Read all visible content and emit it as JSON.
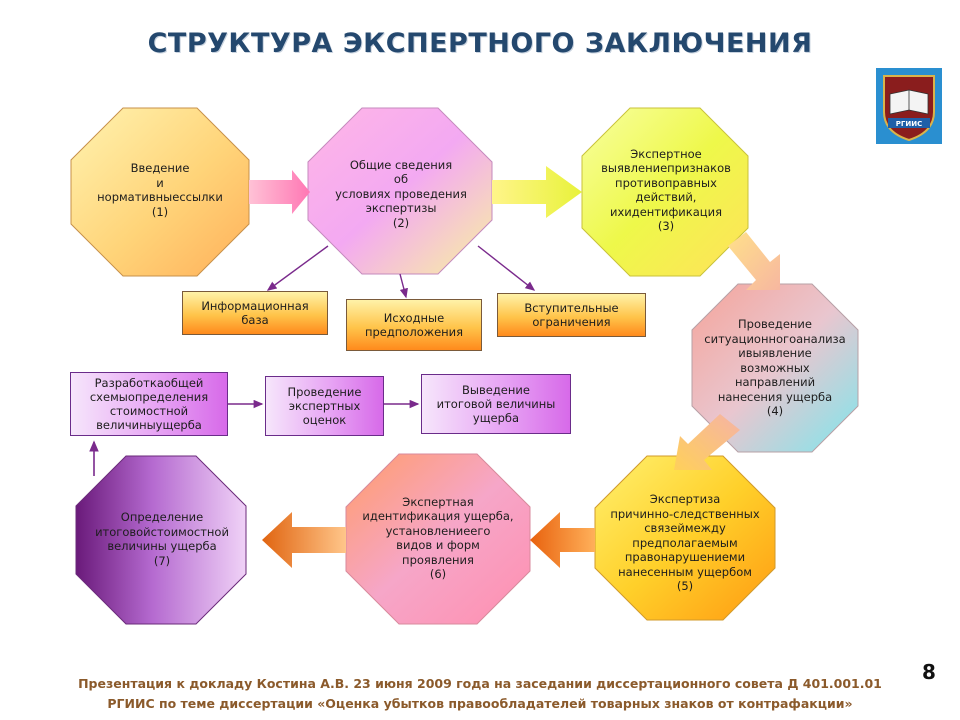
{
  "title": "СТРУКТУРА ЭКСПЕРТНОГО ЗАКЛЮЧЕНИЯ",
  "logo": {
    "text": "РГИИС"
  },
  "nodes": {
    "n1": {
      "lines": [
        "Введение",
        "и",
        "нормативныессылки",
        "(1)"
      ]
    },
    "n2": {
      "lines": [
        "Общие сведения",
        "об",
        "условиях проведения",
        "экспертизы",
        "(2)"
      ]
    },
    "n3": {
      "lines": [
        "Экспертное",
        "выявлениепризнаков",
        "противоправных",
        "действий,",
        "ихидентификация",
        "(3)"
      ]
    },
    "n4": {
      "lines": [
        "Проведение",
        "ситуационногоанализа",
        "ивыявление",
        "возможных",
        "направлений",
        "нанесения ущерба",
        "(4)"
      ]
    },
    "n5": {
      "lines": [
        "Экспертиза",
        "причинно-следственных",
        "связеймежду",
        "предполагаемым",
        "правонарушениеми",
        "нанесенным ущербом",
        "(5)"
      ]
    },
    "n6": {
      "lines": [
        "Экспертная",
        "идентификация ущерба,",
        "установлениеего",
        "видов и форм",
        "проявления",
        "(6)"
      ]
    },
    "n7": {
      "lines": [
        "Определение",
        "итоговойстоимостной",
        "величины ущерба",
        "(7)"
      ]
    }
  },
  "boxes": {
    "b1": "Информационная база",
    "b2": "Исходные предположения",
    "b3": "Вступительные ограничения",
    "p1": "Разработкаобщей схемыопределения стоимостной величиныущерба",
    "p2": "Проведение экспертных оценок",
    "p3": "Выведение итоговой величины ущерба"
  },
  "footer": {
    "line1": "Презентация к докладу Костина А.В.  23 июня 2009 года на заседании диссертационного совета Д 401.001.01",
    "line2": "РГИИС по теме диссертации «Оценка убытков правообладателей товарных знаков от контрафакции»"
  },
  "page_number": "8",
  "colors": {
    "title": "#24486e",
    "footer": "#8b5a2b",
    "connector": "#7a2a8c"
  }
}
